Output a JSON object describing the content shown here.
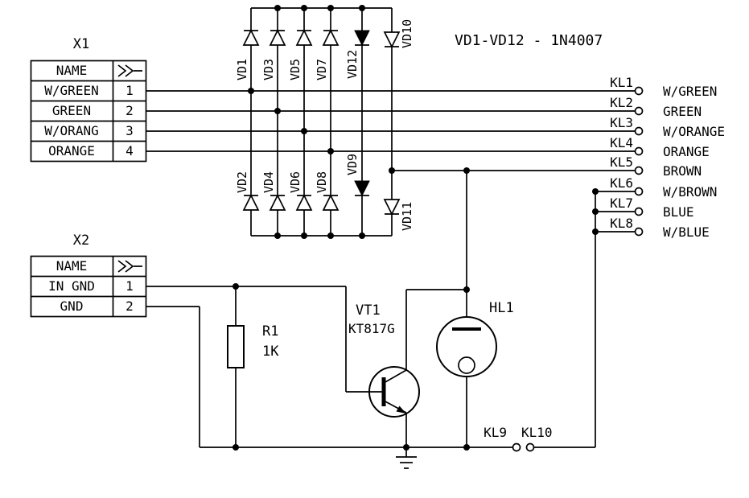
{
  "title": "VD1-VD12 - 1N4007",
  "x1": {
    "label": "X1",
    "header_name": "NAME",
    "rows": [
      {
        "name": "W/GREEN",
        "pin": "1"
      },
      {
        "name": "GREEN",
        "pin": "2"
      },
      {
        "name": "W/ORANG",
        "pin": "3"
      },
      {
        "name": "ORANGE",
        "pin": "4"
      }
    ]
  },
  "x2": {
    "label": "X2",
    "header_name": "NAME",
    "rows": [
      {
        "name": "IN GND",
        "pin": "1"
      },
      {
        "name": "GND",
        "pin": "2"
      }
    ]
  },
  "diodes": {
    "top": [
      "VD1",
      "VD3",
      "VD5",
      "VD7"
    ],
    "bottom": [
      "VD2",
      "VD4",
      "VD6",
      "VD8"
    ],
    "mid_upper": "VD12",
    "mid_lower": "VD9",
    "right_upper": "VD10",
    "right_lower": "VD11"
  },
  "right_terminals": [
    {
      "label": "KL1",
      "wire": "W/GREEN"
    },
    {
      "label": "KL2",
      "wire": "GREEN"
    },
    {
      "label": "KL3",
      "wire": "W/ORANGE"
    },
    {
      "label": "KL4",
      "wire": "ORANGE"
    },
    {
      "label": "KL5",
      "wire": "BROWN"
    },
    {
      "label": "KL6",
      "wire": "W/BROWN"
    },
    {
      "label": "KL7",
      "wire": "BLUE"
    },
    {
      "label": "KL8",
      "wire": "W/BLUE"
    }
  ],
  "bottom_terminals": [
    {
      "label": "KL9"
    },
    {
      "label": "KL10"
    }
  ],
  "resistor": {
    "ref": "R1",
    "value": "1K"
  },
  "transistor": {
    "ref": "VT1",
    "part": "KT817G"
  },
  "lamp": {
    "ref": "HL1"
  },
  "colors": {
    "line": "#000000",
    "background": "#ffffff"
  }
}
